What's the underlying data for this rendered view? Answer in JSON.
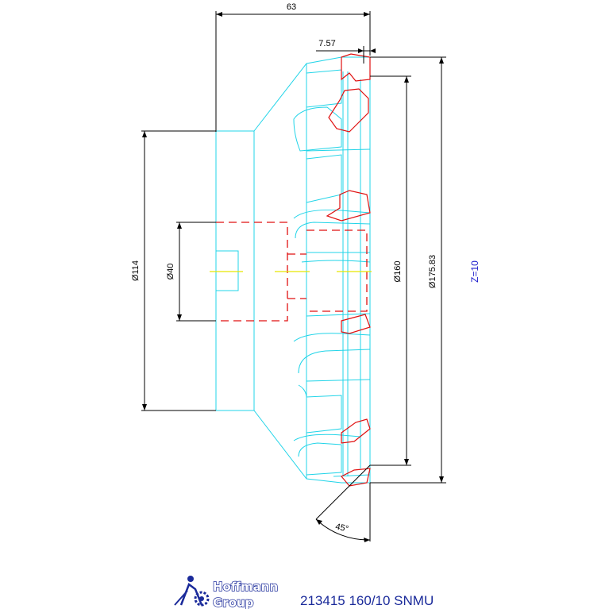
{
  "dimensions": {
    "overall_width": "63",
    "insert_offset": "7.57",
    "bore_diameter": "Ø40",
    "hub_diameter": "Ø114",
    "cutting_diameter": "Ø160",
    "max_diameter": "Ø175.83",
    "angle": "45°"
  },
  "teeth": "Z=10",
  "logo": {
    "line1": "Hoffmann",
    "line2": "Group"
  },
  "title": "213415 160/10 SNMU",
  "colors": {
    "outline": "#21d4e8",
    "inserts": "#e01010",
    "dimensions": "#000000",
    "centerline": "#e6e600",
    "teeth_label": "#1a1acc",
    "brand": "#1a2a9a"
  }
}
